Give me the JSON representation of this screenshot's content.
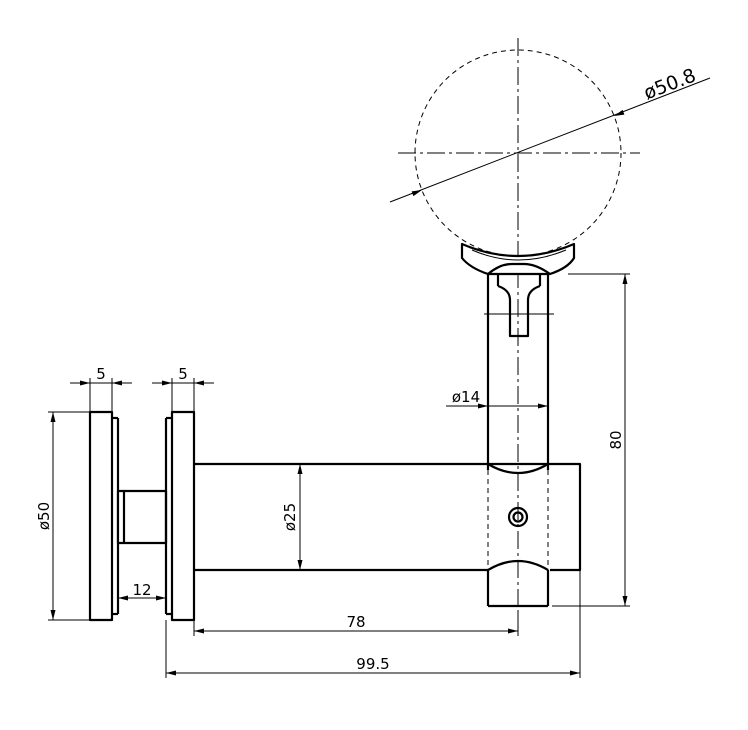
{
  "dimensions": {
    "flange_thickness_left": "5",
    "flange_thickness_right": "5",
    "flange_diameter": "ø50",
    "spacer_length": "12",
    "arm_diameter": "ø25",
    "arm_length": "78",
    "overall_length": "99.5",
    "post_diameter": "ø14",
    "post_height": "80",
    "handrail_diameter": "ø50.8"
  }
}
